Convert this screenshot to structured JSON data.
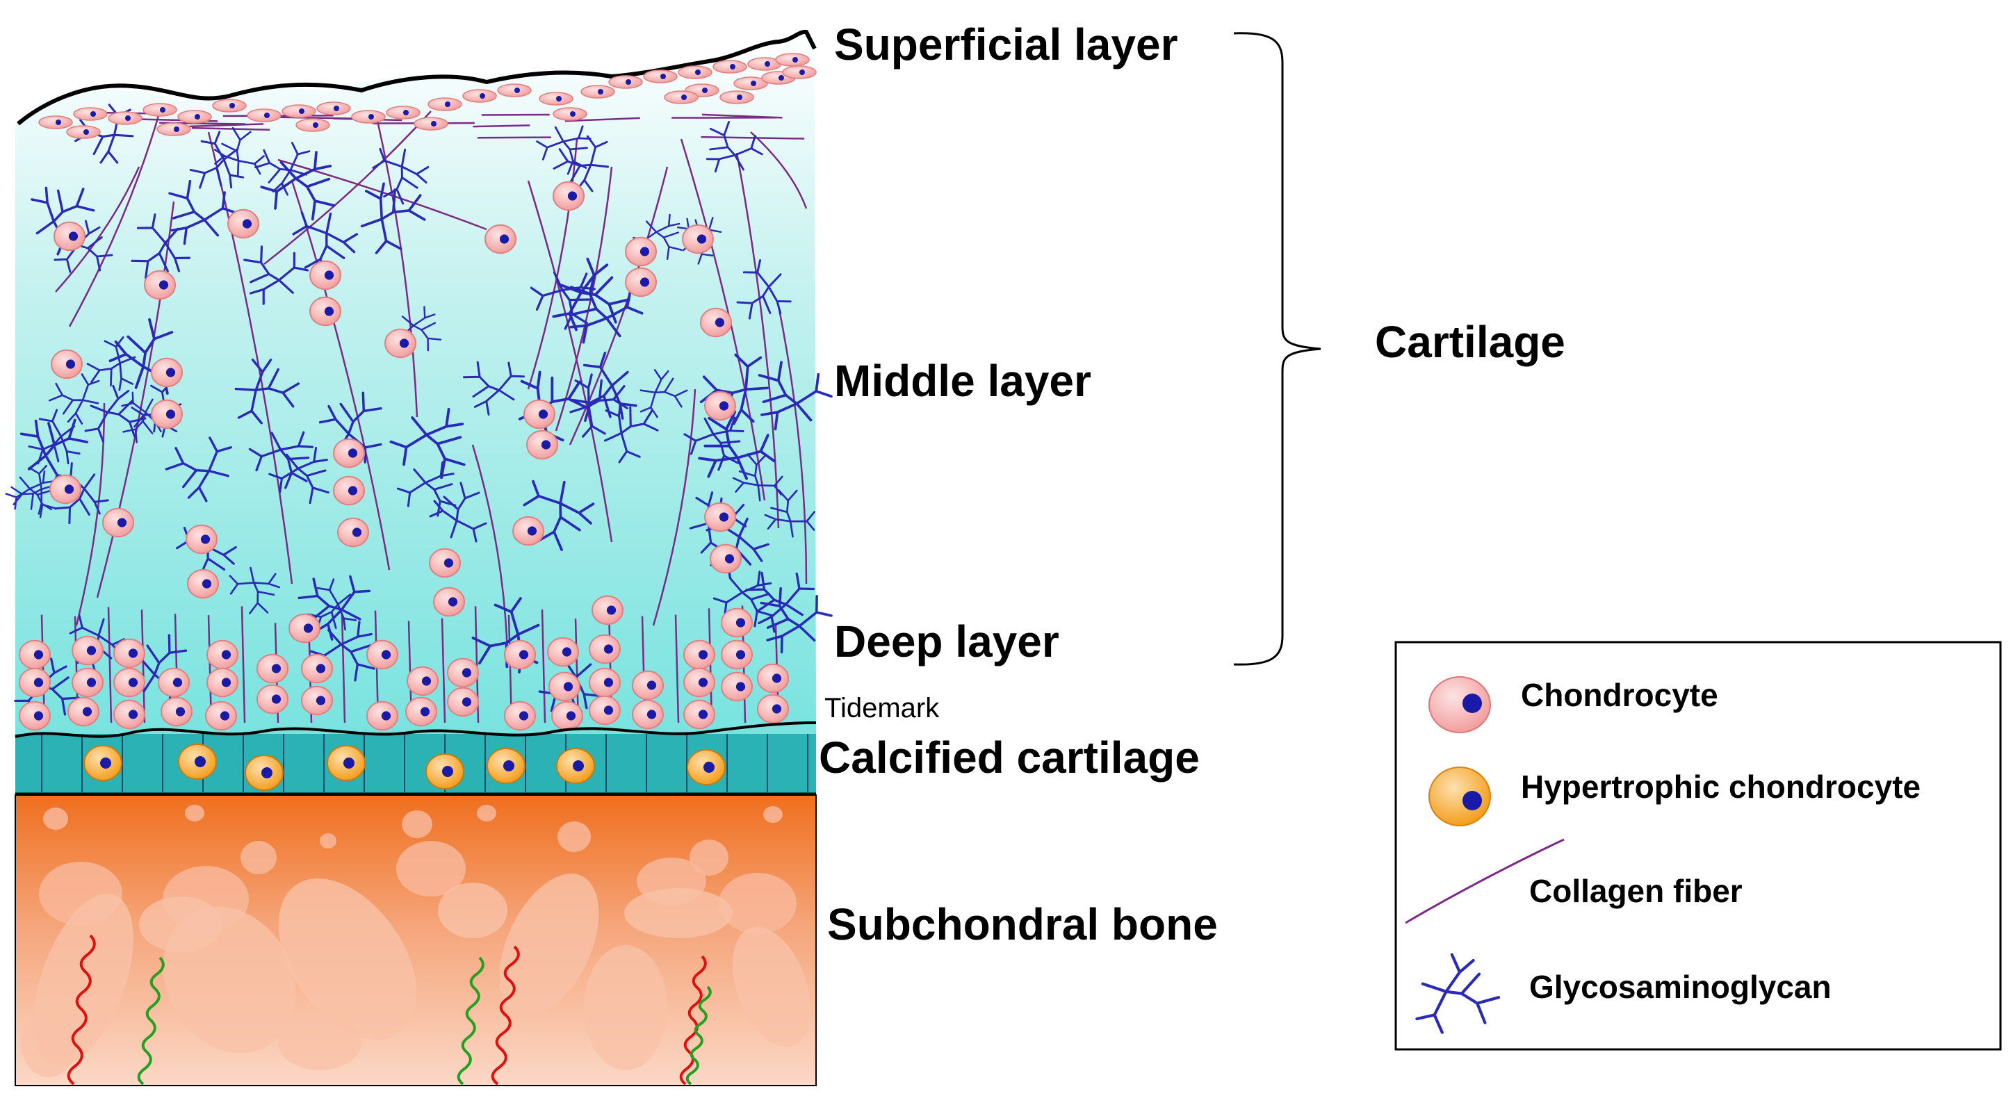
{
  "labels": {
    "superficial": "Superficial layer",
    "middle": "Middle layer",
    "deep": "Deep layer",
    "tidemark": "Tidemark",
    "calcified": "Calcified cartilage",
    "subchondral": "Subchondral bone",
    "cartilage": "Cartilage"
  },
  "legend": {
    "items": [
      {
        "label": "Chondrocyte",
        "icon": "chondrocyte-icon"
      },
      {
        "label": "Hypertrophic chondrocyte",
        "icon": "hypertrophic-chondrocyte-icon"
      },
      {
        "label": "Collagen fiber",
        "icon": "collagen-fiber-icon"
      },
      {
        "label": "Glycosaminoglycan",
        "icon": "glycosaminoglycan-icon"
      }
    ]
  },
  "colors": {
    "cartilage_top": "#ffffff",
    "cartilage_bottom": "#7de6e2",
    "calcified": "#29b3b5",
    "bone_top": "#f07a2a",
    "bone_bottom": "#fbd3bf",
    "chondrocyte": "#f5a7a7",
    "hypertrophic": "#f5a623",
    "nucleus": "#1a1aa8",
    "collagen": "#7b2b86",
    "gag": "#2a2ab8",
    "vessel_red": "#e01010",
    "vessel_green": "#22a020"
  }
}
